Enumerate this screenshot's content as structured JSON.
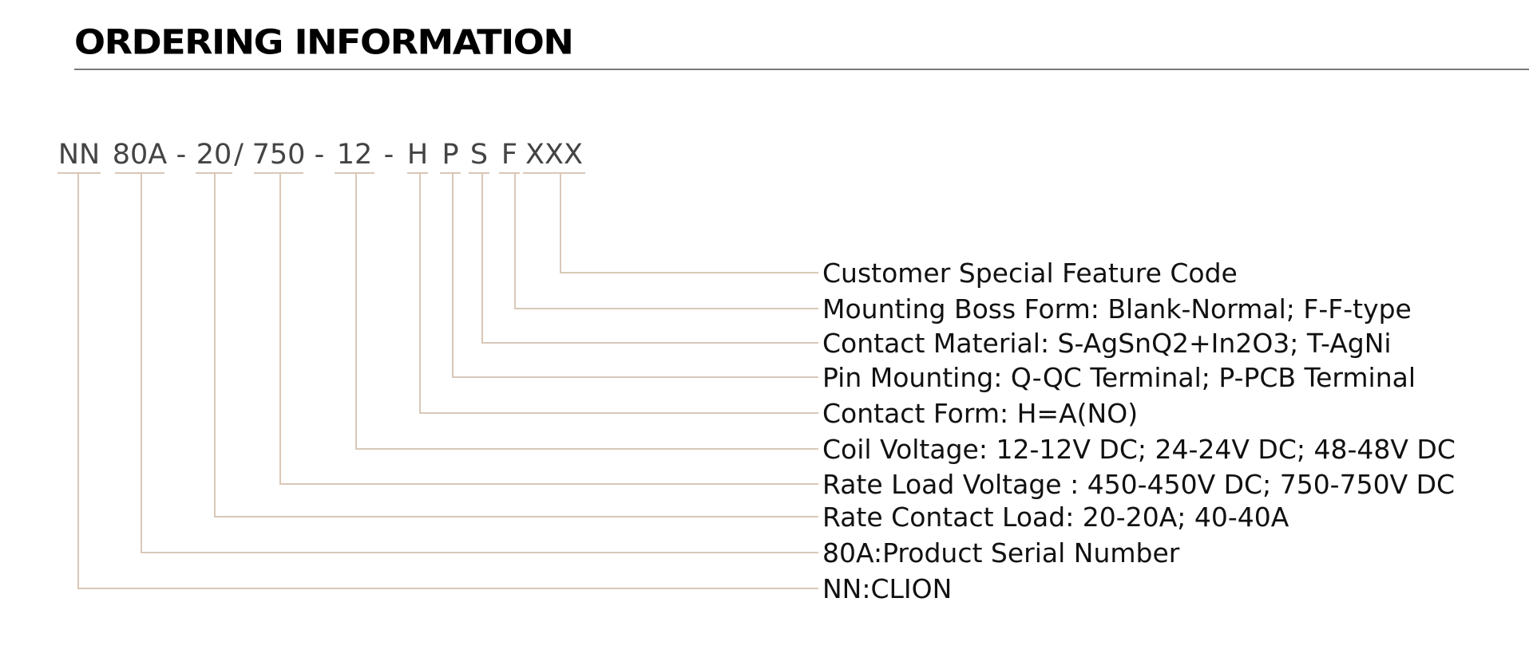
{
  "title": "ORDERING INFORMATION",
  "line_color": "#d9c8b8",
  "code_segments": [
    {
      "text": "NN"
    },
    {
      "text": "80A"
    },
    {
      "text": "-"
    },
    {
      "text": "20"
    },
    {
      "text": "/"
    },
    {
      "text": "750"
    },
    {
      "text": "-"
    },
    {
      "text": "12"
    },
    {
      "text": "-"
    },
    {
      "text": "H"
    },
    {
      "text": "P"
    },
    {
      "text": "S"
    },
    {
      "text": "F"
    },
    {
      "text": "XXX"
    }
  ],
  "descriptions": [
    {
      "segment": "XXX",
      "label": "Customer Special Feature Code"
    },
    {
      "segment": "F",
      "label": "Mounting Boss Form: Blank-Normal; F-F-type"
    },
    {
      "segment": "S",
      "label": "Contact Material: S-AgSnQ2+In2O3; T-AgNi"
    },
    {
      "segment": "P",
      "label": "Pin Mounting: Q-QC Terminal; P-PCB Terminal"
    },
    {
      "segment": "H",
      "label": "Contact Form: H=A(NO)"
    },
    {
      "segment": "12",
      "label": "Coil Voltage: 12-12V DC; 24-24V DC; 48-48V DC"
    },
    {
      "segment": "750",
      "label": "Rate Load Voltage : 450-450V DC; 750-750V DC"
    },
    {
      "segment": "20",
      "label": "Rate Contact Load: 20-20A; 40-40A"
    },
    {
      "segment": "80A",
      "label": "80A:Product Serial Number"
    },
    {
      "segment": "NN",
      "label": "NN:CLION"
    }
  ]
}
